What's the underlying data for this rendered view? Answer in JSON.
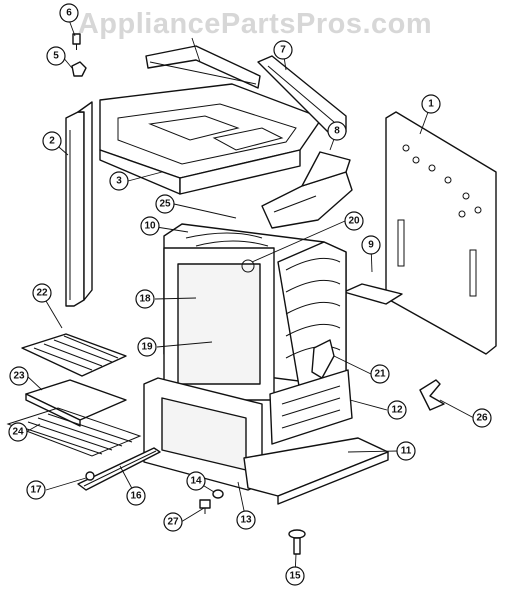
{
  "watermark": "AppliancePartsPros.com",
  "callouts": [
    "1",
    "2",
    "3",
    "5",
    "6",
    "7",
    "8",
    "9",
    "10",
    "11",
    "12",
    "13",
    "14",
    "15",
    "16",
    "17",
    "18",
    "19",
    "20",
    "21",
    "22",
    "23",
    "24",
    "25",
    "26",
    "27"
  ]
}
